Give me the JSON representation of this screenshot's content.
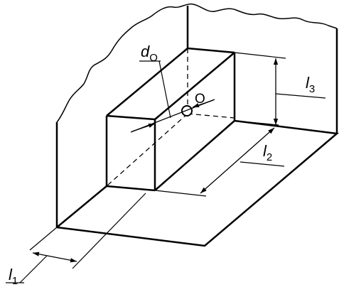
{
  "labels": {
    "d0": {
      "main": "d",
      "sub": "O"
    },
    "point": "O",
    "l1": {
      "main": "l",
      "sub": "1"
    },
    "l2": {
      "main": "l",
      "sub": "2"
    },
    "l3": {
      "main": "l",
      "sub": "3"
    }
  }
}
